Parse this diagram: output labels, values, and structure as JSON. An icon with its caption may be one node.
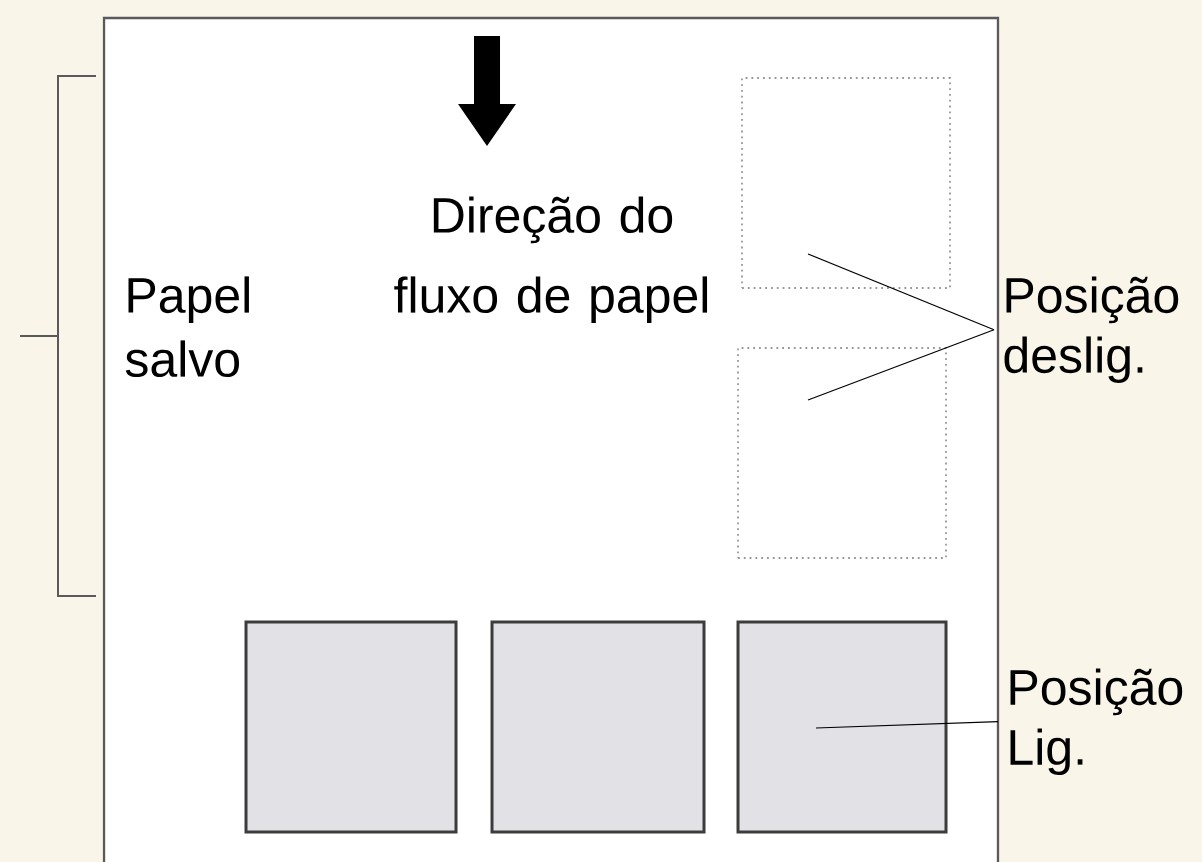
{
  "diagram": {
    "nodes": [
      {
        "text": [
          "Posição deslig."
        ]
      },
      {
        "text": [],
        "shape": "box"
      },
      {
        "text": [],
        "shape": "box"
      },
      {
        "text": [],
        "shape": "box"
      },
      {
        "text": [],
        "shape": "box"
      },
      {
        "text": [],
        "shape": "box"
      },
      {
        "text": [
          "Posição Lig."
        ]
      }
    ],
    "edges": [
      {
        "from": 0,
        "to": 1,
        "arrow": "none"
      },
      {
        "from": 0,
        "to": 2,
        "arrow": "none"
      },
      {
        "from": 6,
        "to": 5,
        "arrow": "none"
      }
    ],
    "labels": [
      "Direção do fluxo de papel",
      "Papel salvo"
    ]
  }
}
